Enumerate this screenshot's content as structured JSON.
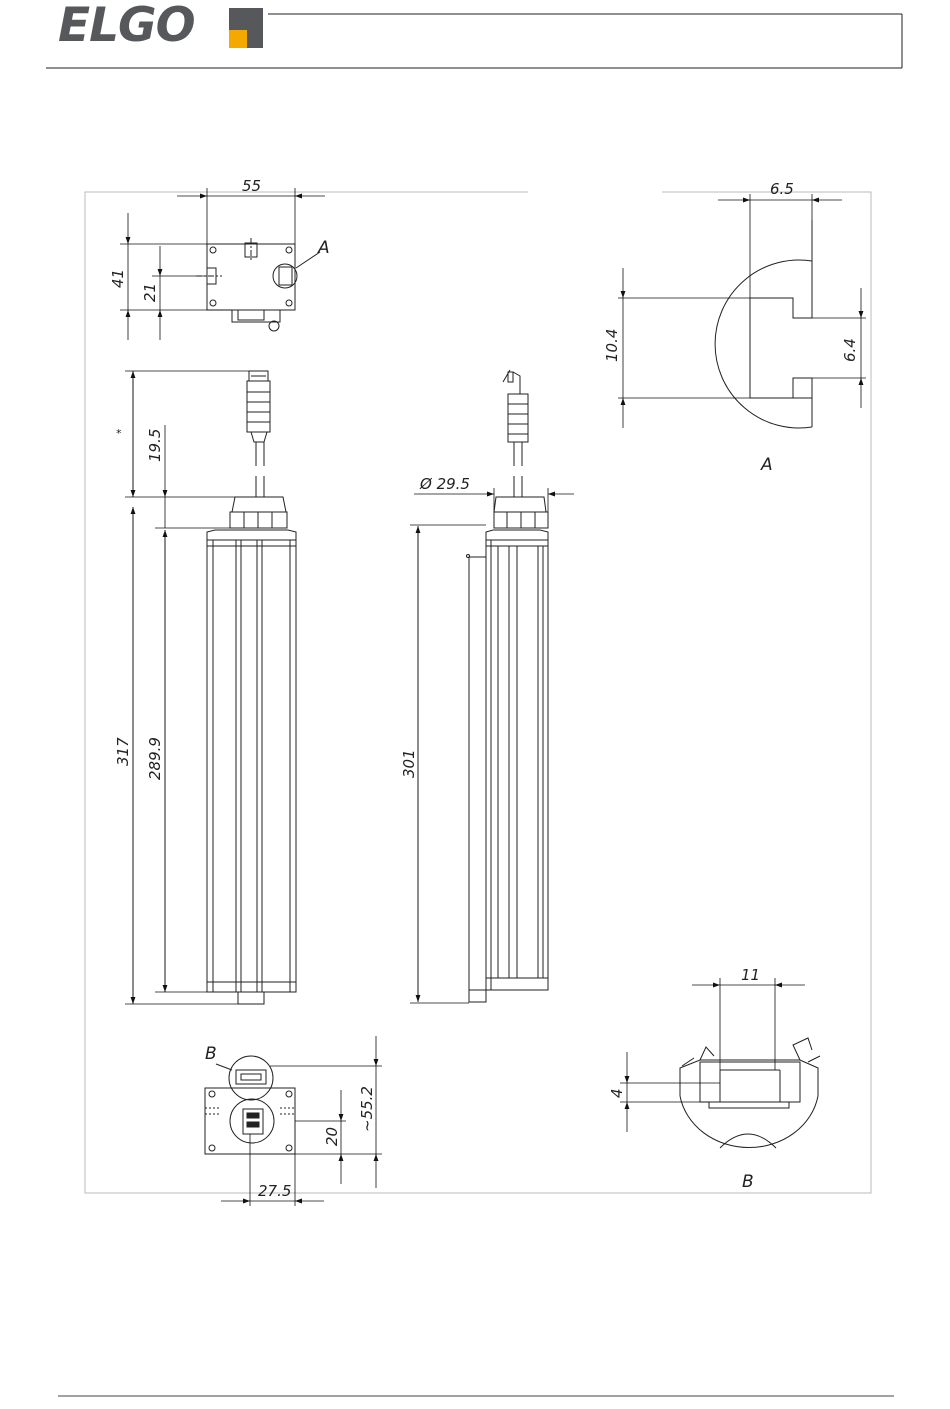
{
  "brand": {
    "logo_text": "ELGO",
    "logo_color": "#56585c",
    "accent_color": "#f5a800"
  },
  "dimensions": {
    "top_width": "55",
    "top_height": "41",
    "top_height_half": "21",
    "detail_a_width": "6.5",
    "detail_a_height": "10.4",
    "detail_a_slot": "6.4",
    "cable_length": "*",
    "gland_height": "19.5",
    "diameter": "Ø 29.5",
    "total_length": "317",
    "body_length": "289.9",
    "side_length": "301",
    "bottom_height": "~55.2",
    "bottom_offset": "20",
    "bottom_width": "27.5",
    "detail_b_width": "11",
    "detail_b_height": "4"
  },
  "labels": {
    "detail_a": "A",
    "detail_b": "B"
  }
}
